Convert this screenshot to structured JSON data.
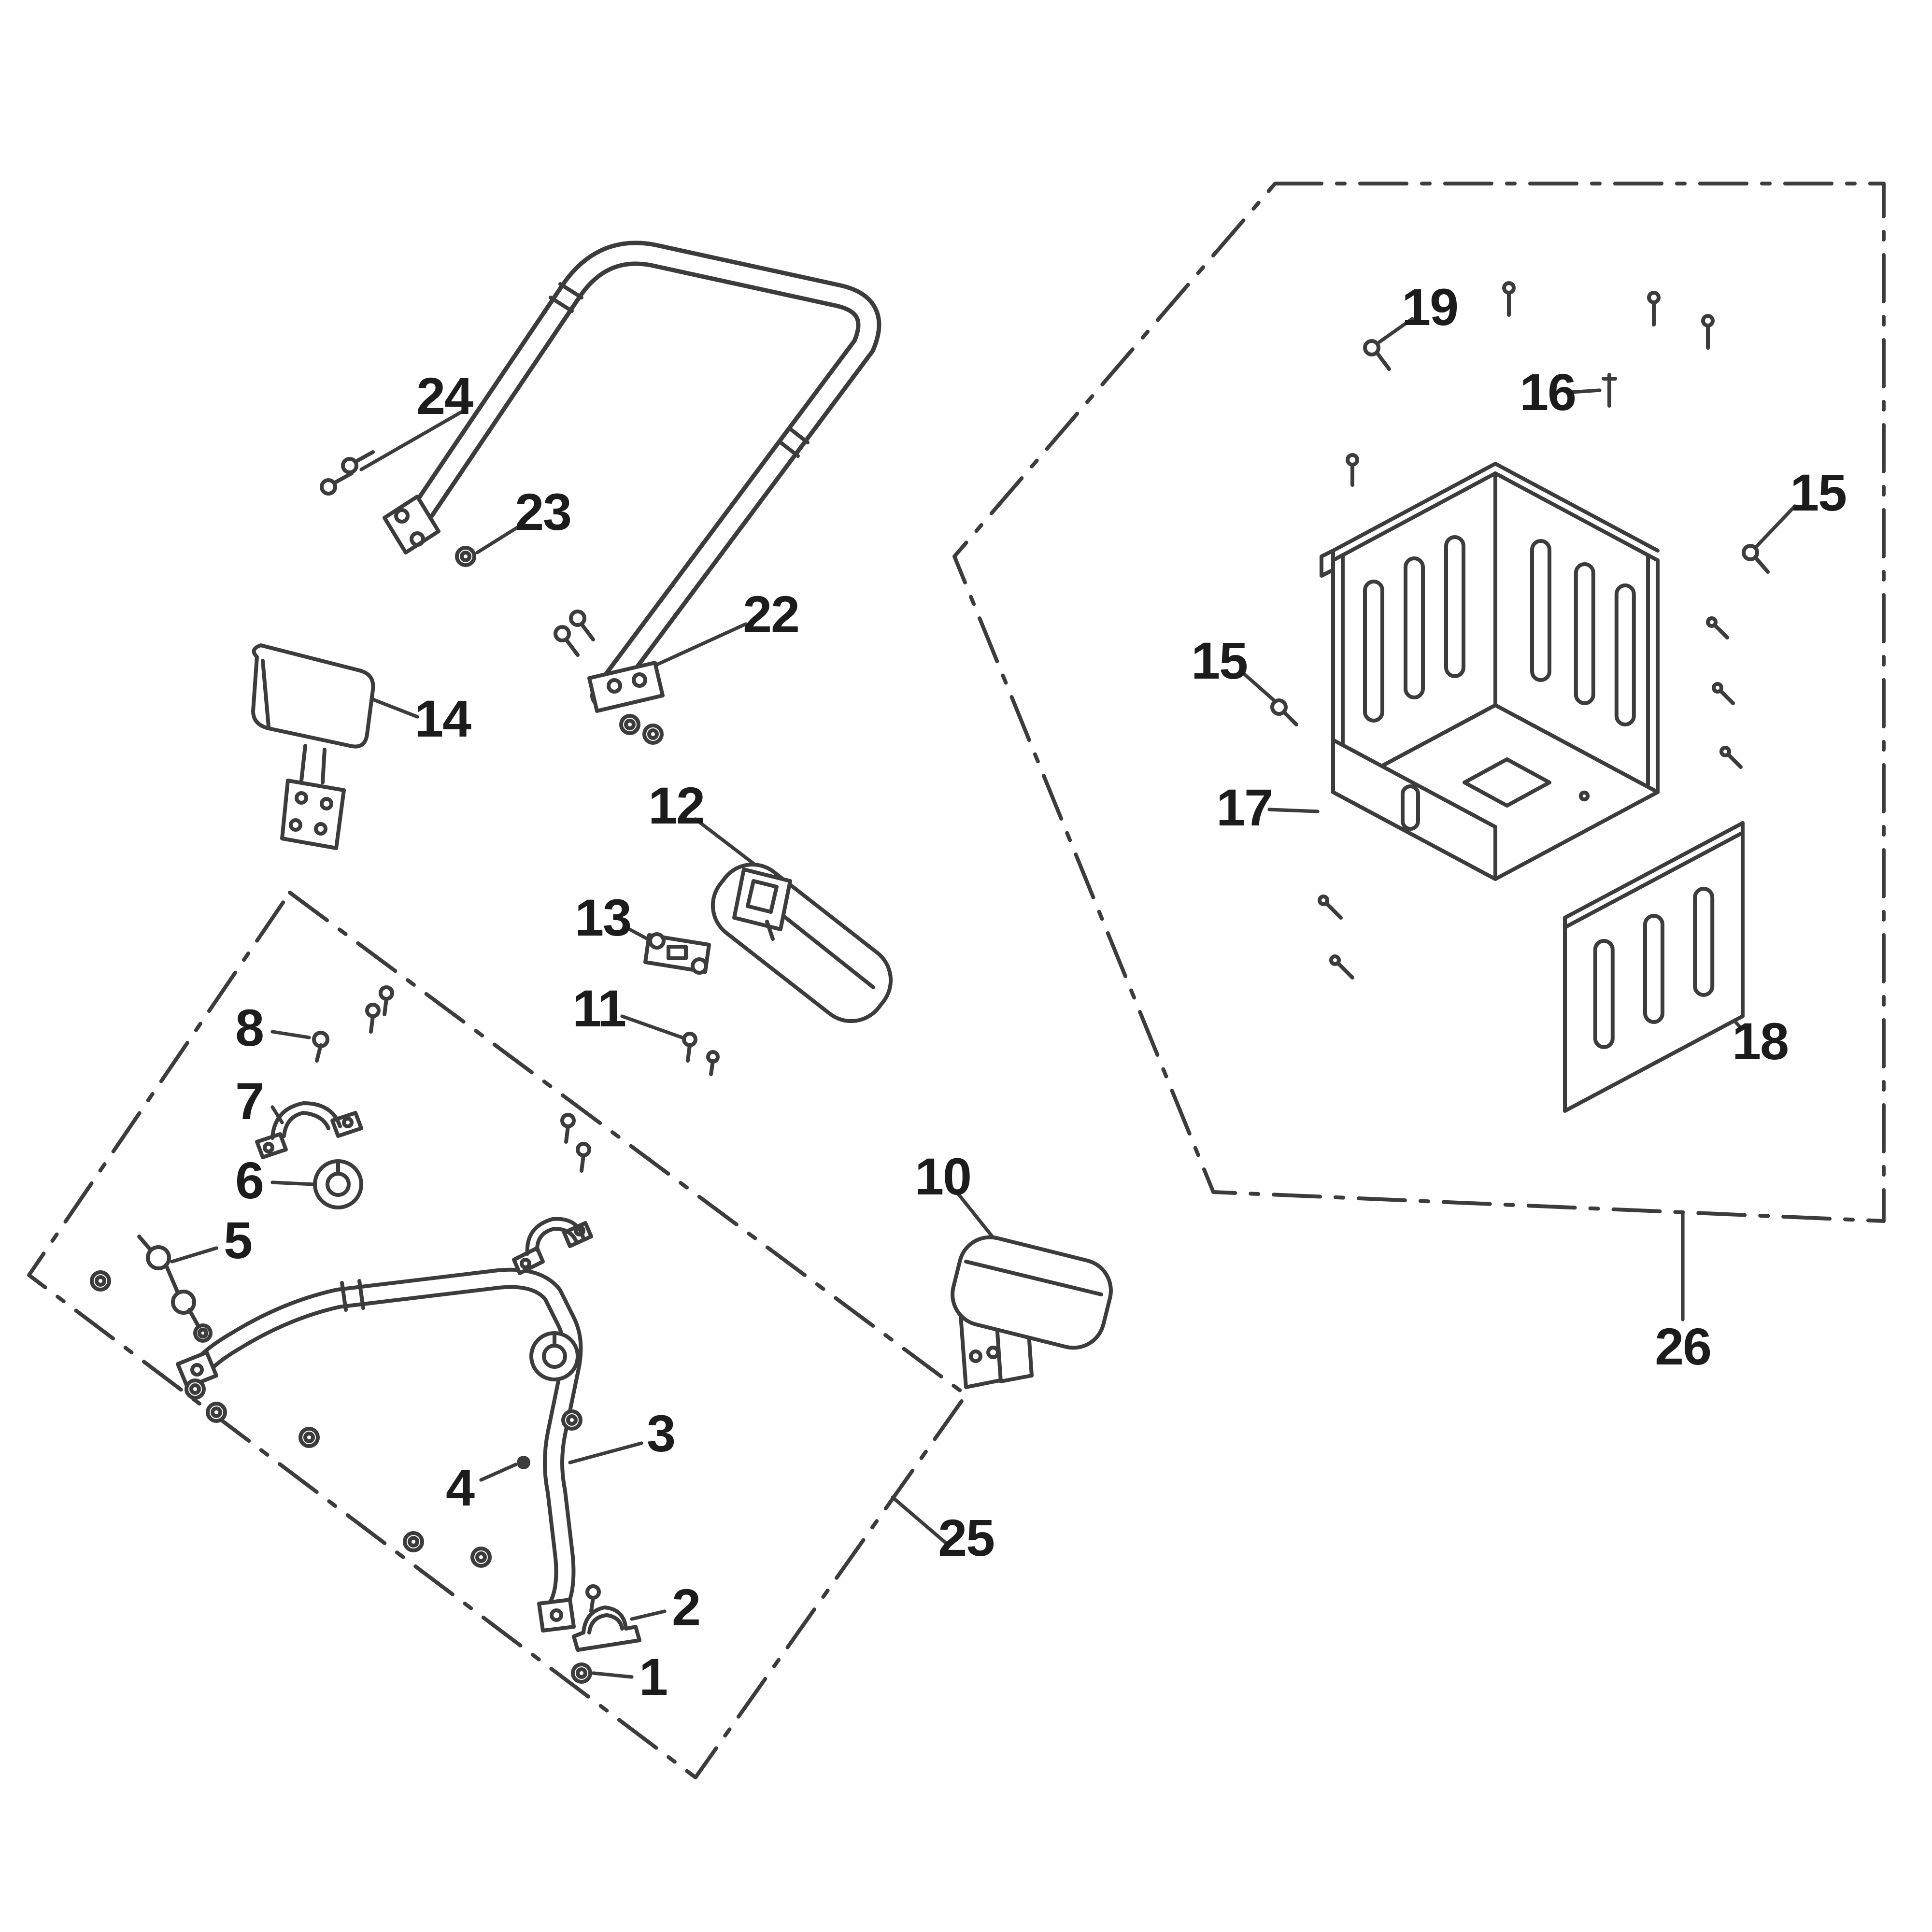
{
  "diagram": {
    "type": "exploded-parts-diagram",
    "background_color": "#ffffff",
    "line_color": "#3c3c3c",
    "part_labels": {
      "p1": "1",
      "p2": "2",
      "p3": "3",
      "p4": "4",
      "p5": "5",
      "p6": "6",
      "p7": "7",
      "p8": "8",
      "p10": "10",
      "p11": "11",
      "p12": "12",
      "p13": "13",
      "p14": "14",
      "p15a": "15",
      "p15b": "15",
      "p16": "16",
      "p17": "17",
      "p18": "18",
      "p19": "19",
      "p22": "22",
      "p23": "23",
      "p24": "24",
      "p25": "25",
      "p26": "26"
    }
  }
}
